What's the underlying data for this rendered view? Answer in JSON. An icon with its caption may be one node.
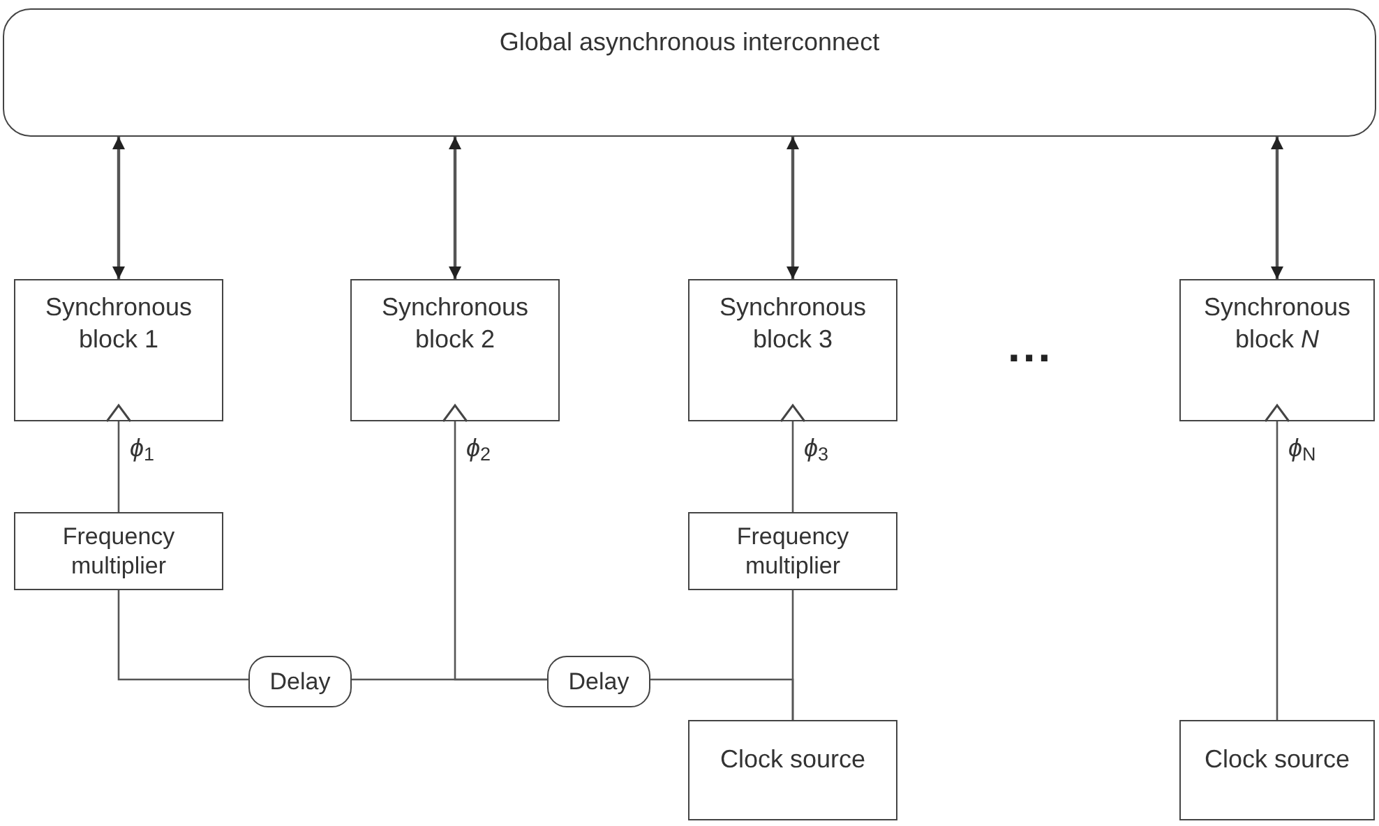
{
  "diagram": {
    "nodes": [
      {
        "text": [
          "Global asynchronous interconnect"
        ]
      },
      {
        "text": [
          "Synchronous block 1"
        ]
      },
      {
        "text": [
          "Synchronous block 2"
        ]
      },
      {
        "text": [
          "Synchronous block 3"
        ]
      },
      {
        "text": [
          "Synchronous block *N*"
        ]
      },
      {
        "text": [
          "Frequency multiplier"
        ]
      },
      {
        "text": [
          "Delay"
        ]
      },
      {
        "text": [
          "Delay"
        ]
      },
      {
        "text": [
          "Frequency multiplier"
        ]
      },
      {
        "text": [
          "Clock source"
        ]
      },
      {
        "text": [
          "Clock source"
        ]
      }
    ],
    "edges": [
      {
        "from": 0,
        "to": 1,
        "arrow": "both"
      },
      {
        "from": 0,
        "to": 2,
        "arrow": "both"
      },
      {
        "from": 0,
        "to": 3,
        "arrow": "both"
      },
      {
        "from": 0,
        "to": 4,
        "arrow": "both"
      },
      {
        "from": 5,
        "to": 1,
        "arrow": "to",
        "label": "*ϕ*$_{1}$"
      },
      {
        "from": 6,
        "to": 5,
        "arrow": "none"
      },
      {
        "from": 7,
        "to": 6,
        "arrow": "none"
      },
      {
        "from": 7,
        "to": 2,
        "arrow": "to",
        "label": "*ϕ*$_{2}$"
      },
      {
        "from": 9,
        "to": 7,
        "arrow": "none"
      },
      {
        "from": 9,
        "to": 8,
        "arrow": "none"
      },
      {
        "from": 8,
        "to": 3,
        "arrow": "to",
        "label": "*ϕ*$_{3}$"
      },
      {
        "from": 10,
        "to": 4,
        "arrow": "to",
        "label": "*ϕ*$_{N}$"
      }
    ],
    "labels": [
      "..."
    ]
  }
}
